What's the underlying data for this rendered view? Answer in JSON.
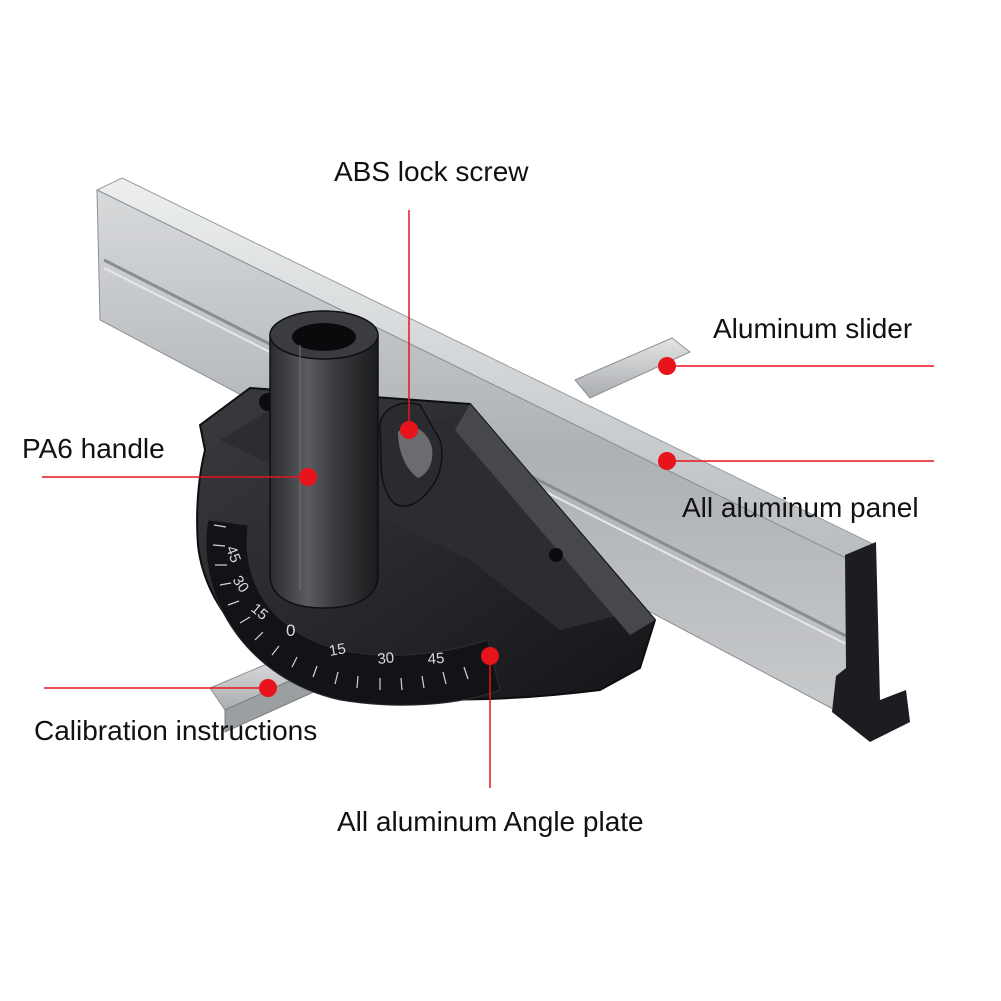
{
  "labels": {
    "abs_lock_screw": "ABS lock screw",
    "aluminum_slider": "Aluminum slider",
    "pa6_handle": "PA6 handle",
    "all_aluminum_panel": "All aluminum panel",
    "calibration_instructions": "Calibration instructions",
    "all_aluminum_angle_plate": "All aluminum Angle plate"
  },
  "scale_numbers": [
    "45",
    "30",
    "15",
    "0",
    "15",
    "30",
    "45"
  ],
  "colors": {
    "callout_red": "#e8141b",
    "aluminum": "#c9cbcd",
    "dark_plastic": "#1e1f22",
    "label_text": "#111111"
  }
}
